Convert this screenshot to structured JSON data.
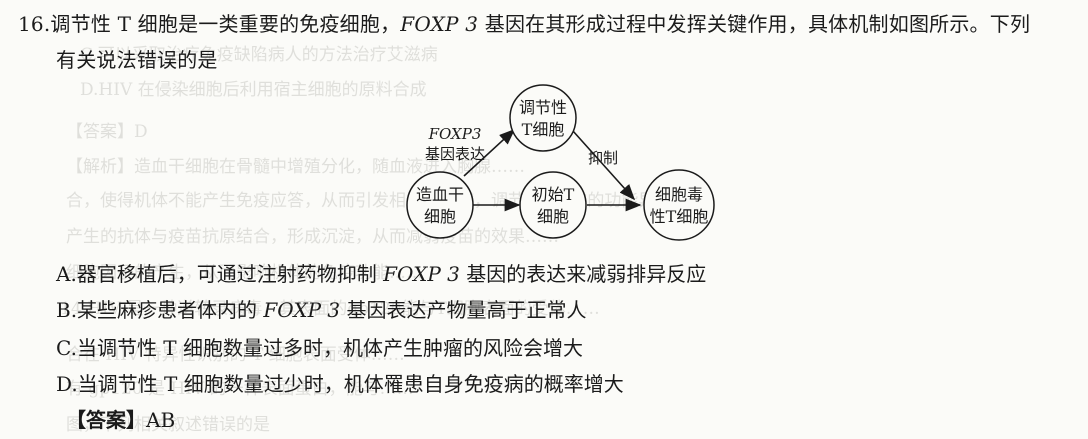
{
  "question": {
    "number": "16.",
    "line1_part1": "调节性 T 细胞是一类重要的免疫细胞，",
    "line1_gene": "FOXP 3",
    "line1_part2": " 基因在其形成过程中发挥关键作用，具体机制如图所示。下列",
    "line2": "有关说法错误的是"
  },
  "diagram": {
    "node_hsc": [
      "造血干",
      "细胞"
    ],
    "node_naive": [
      "初始T",
      "细胞"
    ],
    "node_treg": [
      "调节性",
      "T细胞"
    ],
    "node_ctl": [
      "细胞毒",
      "性T细胞"
    ],
    "label_gene": "FOXP3",
    "label_expr": "基因表达",
    "label_inhibit": "抑制"
  },
  "options": {
    "A_prefix": "A.器官移植后，可通过注射药物抑制 ",
    "A_gene": "FOXP 3",
    "A_suffix": " 基因的表达来减弱排异反应",
    "B_prefix": "B.某些麻疹患者体内的 ",
    "B_gene": "FOXP 3",
    "B_suffix": " 基因表达产物量高于正常人",
    "C": "C.当调节性 T 细胞数量过多时，机体产生肿瘤的风险会增大",
    "D": "D.当调节性 T 细胞数量过少时，机体罹患自身免疫病的概率增大"
  },
  "answer": {
    "tag": "【答案】",
    "value": "AB"
  }
}
